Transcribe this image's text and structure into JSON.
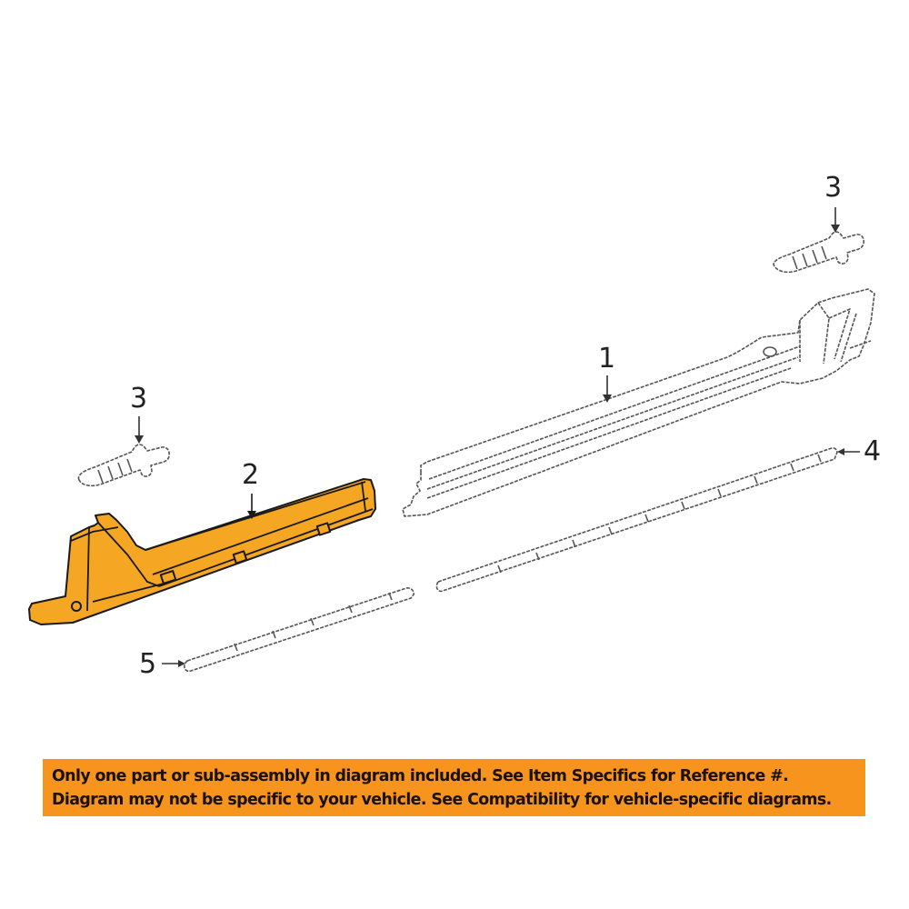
{
  "diagram": {
    "type": "exploded-parts-diagram",
    "highlight_color": "#f5a623",
    "parts": [
      {
        "callout": "1",
        "description": "rocker panel (outline)",
        "highlighted": false
      },
      {
        "callout": "2",
        "description": "rocker panel molding (highlighted)",
        "highlighted": true
      },
      {
        "callout": "3",
        "description": "fastener / push clip (upper right)",
        "highlighted": false
      },
      {
        "callout": "3",
        "description": "fastener / push clip (left)",
        "highlighted": false
      },
      {
        "callout": "4",
        "description": "seal strip (rear)",
        "highlighted": false
      },
      {
        "callout": "5",
        "description": "seal strip (front)",
        "highlighted": false
      }
    ]
  },
  "callouts": {
    "part1": "1",
    "part2": "2",
    "part3_right": "3",
    "part3_left": "3",
    "part4": "4",
    "part5": "5"
  },
  "banner": {
    "background_color": "#f7941d",
    "line1": "Only one part or sub-assembly in diagram included. See Item Specifics for Reference #.",
    "line2": "Diagram may not be specific to your vehicle. See Compatibility for vehicle-specific diagrams."
  }
}
